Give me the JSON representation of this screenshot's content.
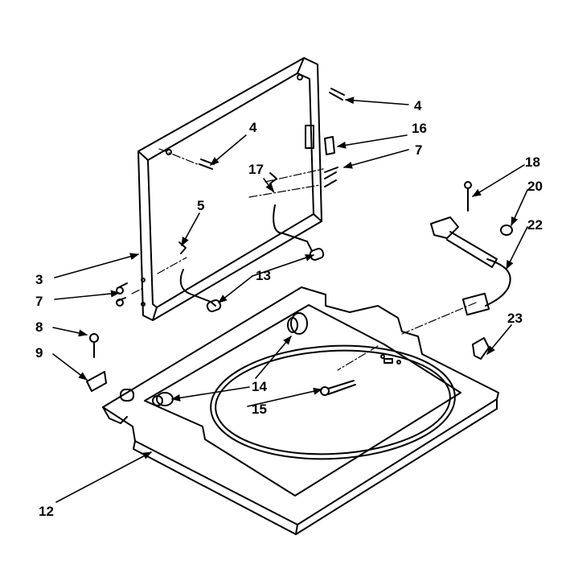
{
  "diagram": {
    "callouts": [
      {
        "id": "3",
        "text": "3"
      },
      {
        "id": "4a",
        "text": "4"
      },
      {
        "id": "4b",
        "text": "4"
      },
      {
        "id": "5",
        "text": "5"
      },
      {
        "id": "7a",
        "text": "7"
      },
      {
        "id": "7b",
        "text": "7"
      },
      {
        "id": "8",
        "text": "8"
      },
      {
        "id": "9",
        "text": "9"
      },
      {
        "id": "12",
        "text": "12"
      },
      {
        "id": "13",
        "text": "13"
      },
      {
        "id": "14",
        "text": "14"
      },
      {
        "id": "15",
        "text": "15"
      },
      {
        "id": "16",
        "text": "16"
      },
      {
        "id": "17",
        "text": "17"
      },
      {
        "id": "18",
        "text": "18"
      },
      {
        "id": "20",
        "text": "20"
      },
      {
        "id": "22",
        "text": "22"
      },
      {
        "id": "23",
        "text": "23"
      }
    ],
    "colors": {
      "ink": "#000000",
      "paper": "#ffffff"
    }
  }
}
